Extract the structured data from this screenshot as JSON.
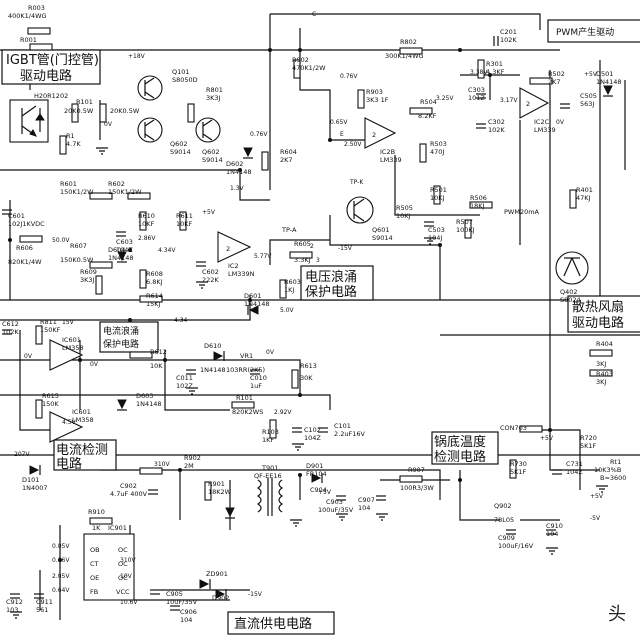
{
  "blocks": {
    "pwm": "PWM产生驱动",
    "igbt": "IGBT管(门控管)驱动电路",
    "voltage_surge": "电压浪涌保护电路",
    "current_surge": "电流浪涌保护电路",
    "fan": "散热风扇驱动电路",
    "current_detect": "电流检测电路",
    "pot_temp": "锅底温度检测电路",
    "dc_supply": "直流供电电路"
  },
  "components": {
    "R003": "R003",
    "R003_v": "400K1/4WG",
    "R001": "R001",
    "Q101": "Q101",
    "Q101_v": "S8050D",
    "R101": "R101",
    "R101_v": "20K0.5W",
    "R102": "R102",
    "R102_v": "20K0.5W",
    "R1": "R1",
    "R1_v": "4.7K",
    "IGBT": "IGBT",
    "IGBT_v": "H20R1202",
    "Q602": "Q602",
    "Q602_v": "S9014",
    "R801": "R801",
    "R801_v": "3K3J",
    "D602": "D602",
    "D602_v": "1N4148",
    "R604": "R604",
    "R604_v": "2K7",
    "R902": "R902",
    "R902_v": "470K1/2W",
    "R903": "R903",
    "R903_v": "3K3 1F",
    "IC2B": "IC2B",
    "IC2B_v": "LM339",
    "R802": "R802",
    "R802_v": "300K1/4WG",
    "C201": "C201",
    "C201_v": "102K",
    "R301": "R301",
    "R301_v": "4.3KF",
    "R504": "R504",
    "R504_v": "8.2KF",
    "C303": "C303",
    "C303_v": "101Z",
    "C302": "C302",
    "C302_v": "102K",
    "IC2C": "IC2C",
    "IC2C_v": "LM339",
    "R503": "R503",
    "R503_v": "470J",
    "R502": "R502",
    "R502_v": "2K7",
    "C505": "C505",
    "C505_v": "563J",
    "D501": "D501",
    "D501_v": "1N4148",
    "Q601": "Q601",
    "Q601_v": "S9014",
    "R505": "R505",
    "R505_v": "10KJ",
    "R506": "R506",
    "R506_v": "18KJ",
    "R507": "R507",
    "R507_v": "100KJ",
    "C503": "C503",
    "C503_v": "104J",
    "R501": "R501",
    "R501_v": "10KJ",
    "PWM_out": "PWM20mA",
    "R401": "R401",
    "R401_v": "47KJ",
    "Q402": "Q402",
    "Q402_v": "S8024",
    "R404": "R404",
    "R404_v": "3KJ",
    "R403": "R403",
    "R403_v": "3KJ",
    "R601": "R601",
    "R601_v": "150K1/2W",
    "R602": "R602",
    "R602_v": "150K1/2W",
    "C601": "C601",
    "C601_v": "102J1KVDC",
    "R606": "R606",
    "R606_v": "820K1/4W",
    "R607": "R607",
    "R607_v": "150K0.5W",
    "R609": "R609",
    "R609_v": "3K3J",
    "D604": "D604",
    "D604_v": "1N4148",
    "C603": "C603",
    "C603_v": "104Z",
    "R610": "R610",
    "R610_v": "10KF",
    "R611": "R611",
    "R611_v": "10KF",
    "R608": "R608",
    "R608_v": "6.8KJ",
    "IC2": "IC2",
    "IC2_v": "LM339N",
    "C602": "C602",
    "C602_v": "222K",
    "R605": "R605",
    "R605_v": "3.3KJ",
    "TPA": "TP-A",
    "R614": "R614",
    "R614_v": "15KJ",
    "R603": "R603",
    "R603_v": "1KJ",
    "D601": "D601",
    "D601_v": "1N4148",
    "C612": "C612",
    "C612_v": "102K",
    "R811": "R811",
    "R811_v": "150KF",
    "IC601A": "IC601",
    "IC601A_v": "LM358",
    "R612": "R612",
    "R612_v": "10K",
    "D610": "D610",
    "D610_v": "1N4148",
    "VR1": "VR1",
    "VR1_v": "103RR(2K5)",
    "R613": "R613",
    "R613_v": "30K",
    "C011": "C011",
    "C011_v": "102Z",
    "C010": "C010",
    "C010_v": "1uF",
    "R615": "R615",
    "R615_v": "150K",
    "IC601B": "IC601",
    "IC601B_v": "LM358",
    "D603": "D603",
    "D603_v": "1N4148",
    "R101b": "R101",
    "R101b_v": "820K2WS",
    "R103": "R103",
    "R103_v": "1KF",
    "C102": "C102",
    "C102_v": "104Z",
    "C101": "C101",
    "C101_v": "2.2uF16V",
    "D101": "D101",
    "D101_v": "1N4007",
    "CON703": "CON703",
    "R720": "R720",
    "R720_v": "5K1F",
    "Rt1": "Rt1",
    "Rt1_v": "10K3%B",
    "B3600": "B=3600",
    "C731": "C731",
    "C731_v": "104Z",
    "R730": "R730",
    "R730_v": "5K1F",
    "R902b": "R902",
    "R902b_v": "2M",
    "C902": "C902",
    "C902_v": "4.7uF 400V",
    "R901": "R901",
    "R901_v": "18K2W",
    "T901": "T901",
    "T901_v": "QF-EE16",
    "D901": "D901",
    "D901_v": "FR104",
    "C904": "C904",
    "C903": "C903",
    "C903_v": "100uF/35V",
    "C907": "C907",
    "C907_v": "104",
    "R907": "R907",
    "R907_v": "100R3/3W",
    "Q902": "Q902",
    "Q902_v": "78L05",
    "C909": "C909",
    "C909_v": "100uF/16V",
    "C910": "C910",
    "C910_v": "104",
    "ZD901": "ZD901",
    "D902": "D902",
    "C905": "C905",
    "C905_v": "10uF/35V",
    "C906": "C906",
    "C906_v": "104",
    "R910": "R910",
    "R910_v": "1K",
    "IC901": "IC901",
    "C911": "C911",
    "C911_v": "561",
    "C912": "C912",
    "C912_v": "103"
  },
  "pins": [
    "OB",
    "OC",
    "CT",
    "OC",
    "OE",
    "OC",
    "FB",
    "VCC"
  ],
  "voltages": {
    "v18v": "+18V",
    "v15v": "15V",
    "v5v": "+5V",
    "vm5v": "-5V",
    "vm15v": "-15V",
    "v076": "0.76V",
    "v065": "0.65V",
    "v250": "2.50V",
    "v325": "3.25V",
    "v338": "3.38V",
    "v317": "3.17V",
    "v00": "0V",
    "v13": "1.3V",
    "v434": "4.34V",
    "v500": "50.0V",
    "v286": "2.86V",
    "v292": "2.92V",
    "v310": "310V",
    "v577": "5.77V",
    "v10v": "10V",
    "v16v": "10.6V",
    "v205": "2.05V",
    "v064": "0.64V",
    "v05": "0.05V",
    "v16": "0.16V",
    "v50": "5.0V",
    "v207": "207V",
    "v45": "4.5V",
    "v434b": "4.34"
  },
  "nets": {
    "C": "C",
    "E": "E",
    "TPK": "TP-K",
    "lbl2": "2",
    "lbl3": "3"
  },
  "watermark": "头"
}
